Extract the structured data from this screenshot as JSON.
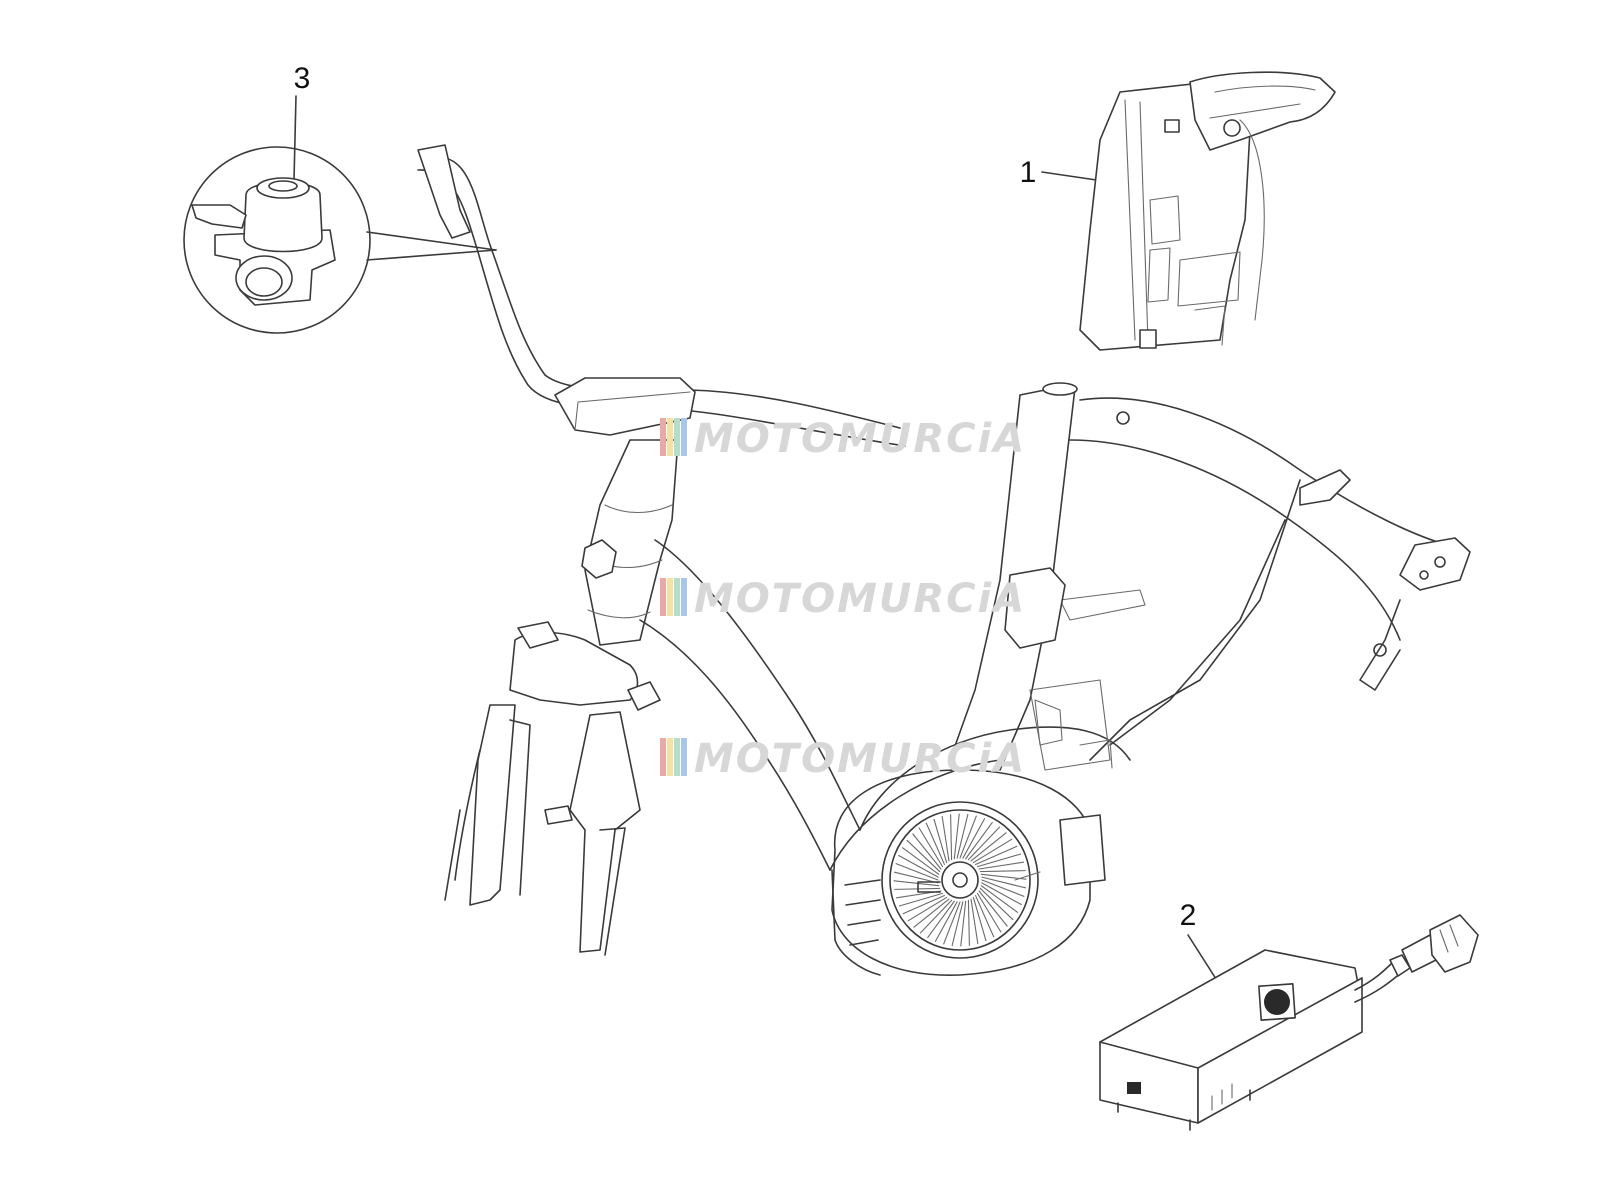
{
  "callouts": [
    {
      "number": "1",
      "part": "battery"
    },
    {
      "number": "2",
      "part": "charger"
    },
    {
      "number": "3",
      "part": "bell"
    }
  ],
  "watermark": {
    "text": "MOTOMURCiA",
    "stripe_colors": [
      "#e8a9a9",
      "#f2e3a3",
      "#b9dcc4",
      "#a9c6e8"
    ]
  },
  "colors": {
    "line": "#3a3a3a",
    "background": "#ffffff",
    "watermark": "#d7d7d7"
  }
}
